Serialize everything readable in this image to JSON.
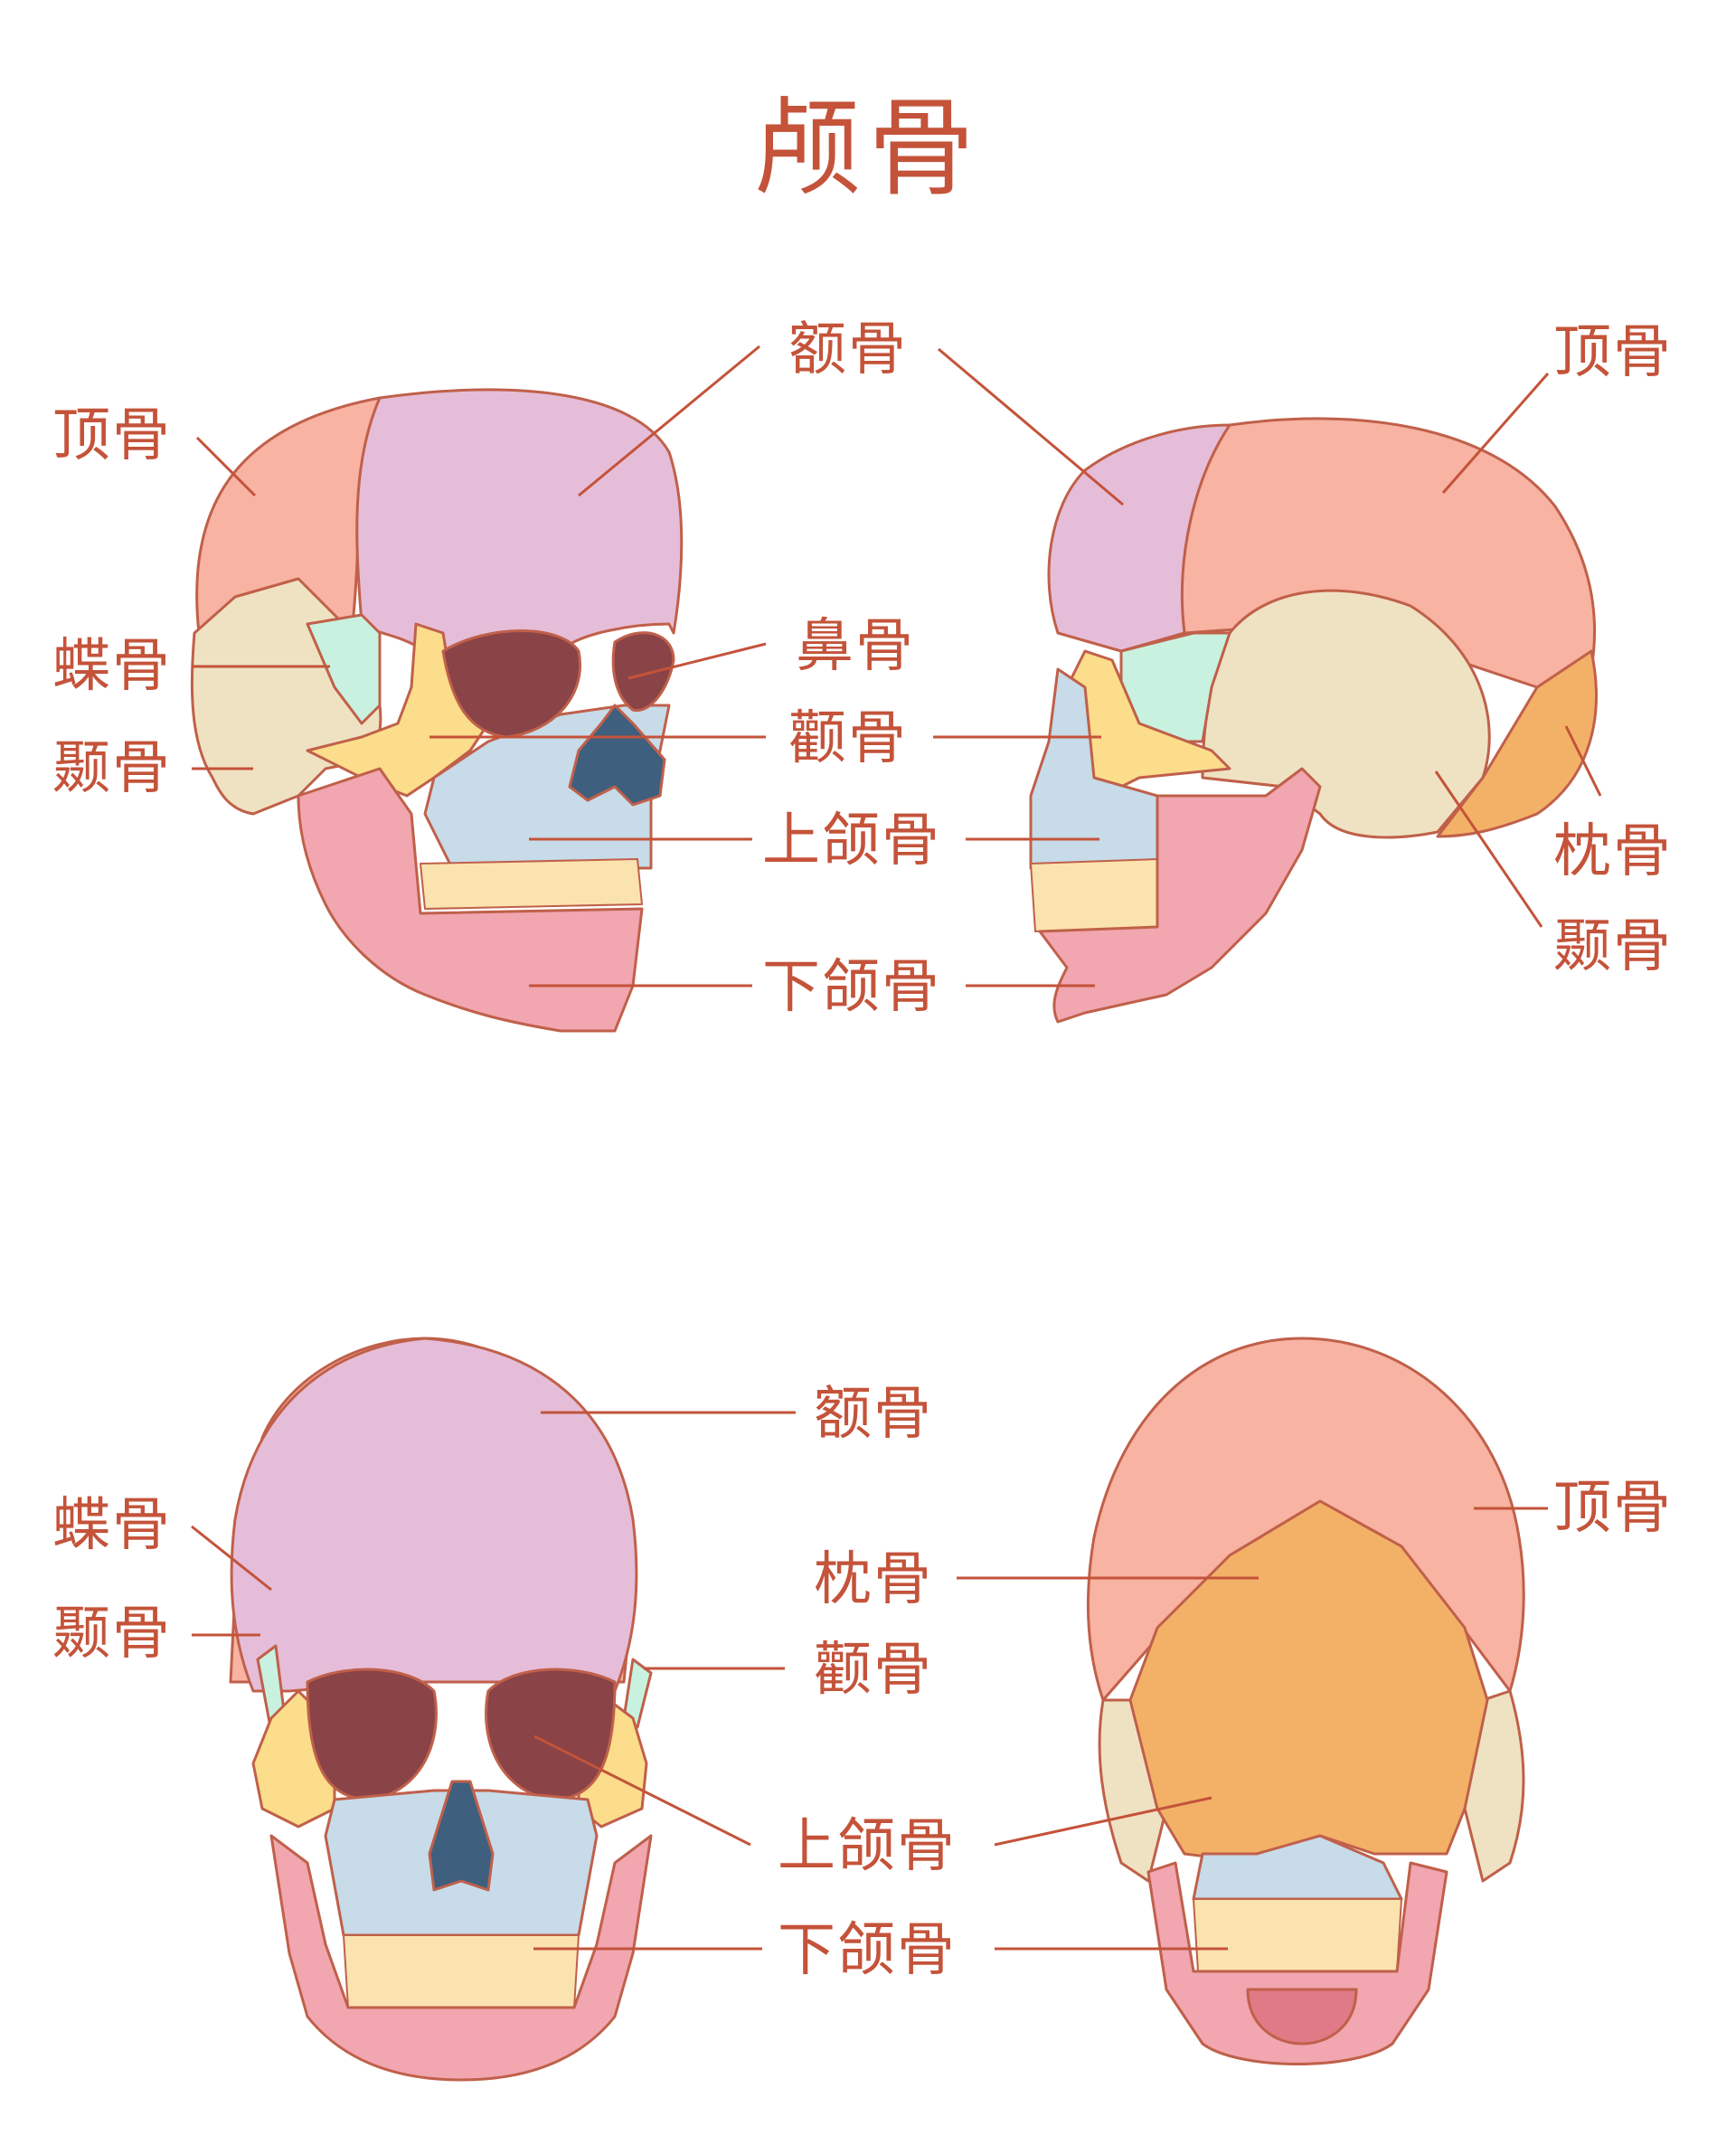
{
  "title": "颅骨",
  "colors": {
    "label_text": "#c4533a",
    "leader_line": "#c4533a",
    "outline": "#c0604a",
    "frontal": "#e6bdd8",
    "parietal": "#f8b3a2",
    "occipital": "#f3b168",
    "temporal": "#efe2c2",
    "sphenoid": "#c8f2df",
    "zygomatic": "#fbdd8c",
    "maxilla": "#c7dbe9",
    "mandible": "#f1a6b0",
    "nasal_cavity": "#3f5f7e",
    "orbit": "#8a4347",
    "teeth": "#fbe3b0"
  },
  "views": {
    "oblique_front": {
      "labels": {
        "parietal": "顶骨",
        "sphenoid": "蝶骨",
        "temporal": "颞骨",
        "frontal": "额骨",
        "nasal": "鼻骨",
        "zygomatic": "颧骨",
        "maxilla": "上颌骨",
        "mandible": "下颌骨"
      }
    },
    "lateral": {
      "labels": {
        "parietal": "顶骨",
        "occipital": "枕骨",
        "temporal": "颞骨"
      }
    },
    "anterior": {
      "labels": {
        "frontal": "额骨",
        "sphenoid": "蝶骨",
        "temporal": "颞骨",
        "zygomatic": "颧骨",
        "maxilla": "上颌骨",
        "mandible": "下颌骨"
      }
    },
    "posterior": {
      "labels": {
        "parietal": "顶骨",
        "occipital": "枕骨"
      }
    }
  }
}
